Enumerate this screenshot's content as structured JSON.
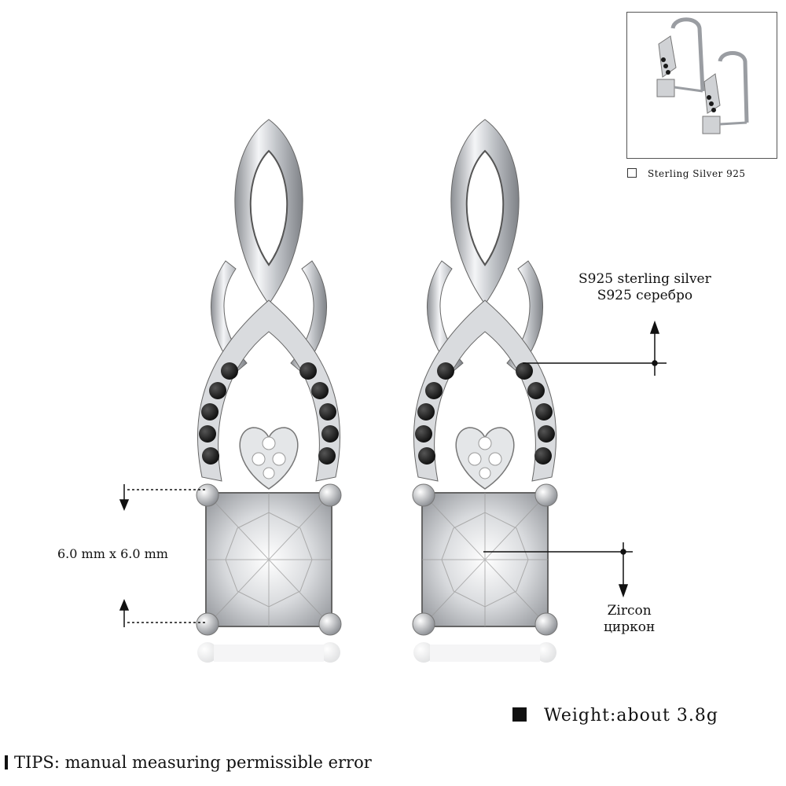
{
  "inset": {
    "caption": "Sterling Silver 925"
  },
  "annotations": {
    "silver_en": "S925 sterling silver",
    "silver_ru": "S925 серебро",
    "size": "6.0 mm x 6.0 mm",
    "zircon_en": "Zircon",
    "zircon_ru": "циркон"
  },
  "weight": "Weight:about 3.8g",
  "tips": "TIPS: manual measuring permissible error",
  "colors": {
    "silver": "#c9ccd0",
    "onyx": "#1a1a1a",
    "text": "#111111"
  }
}
